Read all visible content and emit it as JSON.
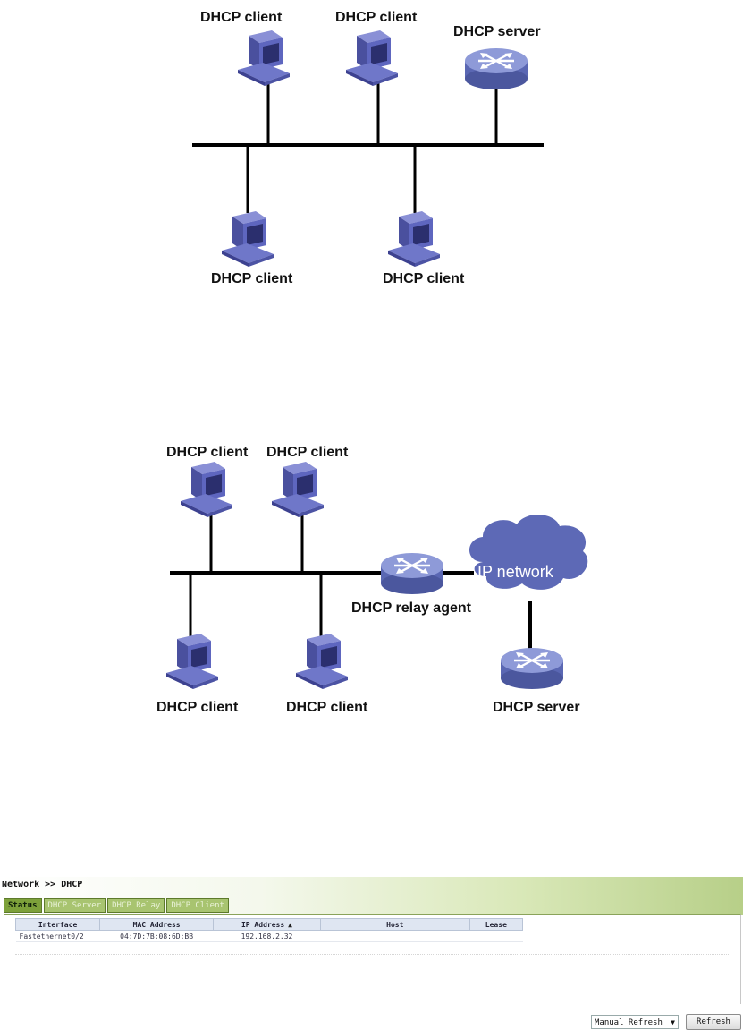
{
  "diagram1": {
    "clients": [
      "DHCP client",
      "DHCP client",
      "DHCP client",
      "DHCP client"
    ],
    "server": "DHCP server"
  },
  "diagram2": {
    "clients": [
      "DHCP client",
      "DHCP client",
      "DHCP client",
      "DHCP client"
    ],
    "relay": "DHCP relay agent",
    "cloud": "IP network",
    "server": "DHCP server"
  },
  "ui": {
    "breadcrumb": "Network >> DHCP",
    "tabs": [
      {
        "label": "Status"
      },
      {
        "label": "DHCP Server"
      },
      {
        "label": "DHCP Relay"
      },
      {
        "label": "DHCP Client"
      }
    ],
    "table": {
      "headers": [
        "Interface",
        "MAC Address",
        "IP Address",
        "Host",
        "Lease"
      ],
      "rows": [
        [
          "Fastethernet0/2",
          "04:7D:7B:08:6D:BB",
          "192.168.2.32",
          "",
          ""
        ]
      ]
    },
    "refresh_mode": "Manual Refresh",
    "refresh_button": "Refresh"
  }
}
